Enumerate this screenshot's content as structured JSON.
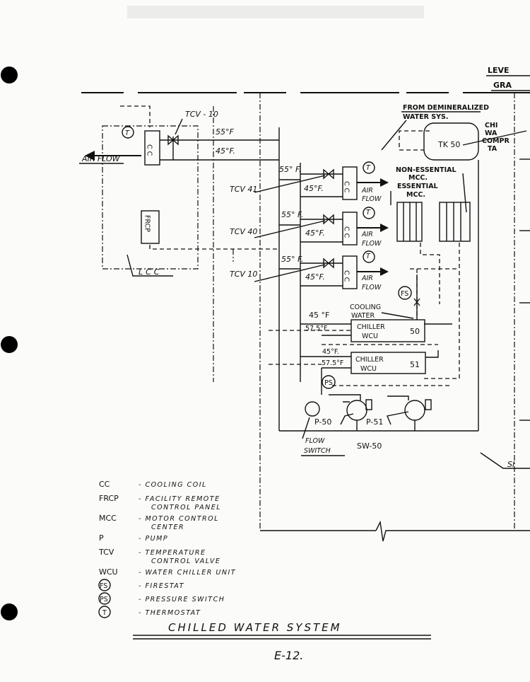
{
  "title_block": {
    "level": "LEVE",
    "grade": "GRA",
    "sheet_title": "CHILLED WATER SYSTEM",
    "page_number": "E-12."
  },
  "room_coil": {
    "valve_label": "TCV - 10",
    "supply_temp": "55°F",
    "return_temp": "45°F.",
    "air_flow": "AIR FLOW",
    "coil": "C C",
    "thermostat": "T",
    "panel": "FRCP",
    "panel_label": "LCC"
  },
  "tank": {
    "source_line1": "FROM DEMINERALIZED",
    "source_line2": "WATER SYS.",
    "tank_label": "TK 50",
    "side_labels": [
      "CHI",
      "WA",
      "COMPR",
      "TA"
    ]
  },
  "mcc": {
    "non_essential_1": "NON-ESSENTIAL",
    "non_essential_2": "MCC.",
    "essential_1": "ESSENTIAL",
    "essential_2": "MCC."
  },
  "coils": [
    {
      "valve": "TCV 41",
      "supply": "55° F.",
      "return": "45°F.",
      "coil": "C C",
      "thermostat": "T",
      "air_1": "AIR",
      "air_2": "FLOW"
    },
    {
      "valve": "TCV 40",
      "supply": "55° F.",
      "return": "45°F.",
      "coil": "C C",
      "thermostat": "T",
      "air_1": "AIR",
      "air_2": "FLOW"
    },
    {
      "valve": "TCV 10",
      "supply": "55° F.",
      "return": "45°F.",
      "coil": "C C",
      "thermostat": "T",
      "air_1": "AIR",
      "air_2": "FLOW"
    }
  ],
  "chillers": {
    "cooling_1": "COOLING",
    "cooling_2": "WATER",
    "firestat": "FS",
    "pressure_switch": "PS",
    "units": [
      {
        "name_1": "CHILLER",
        "name_2": "WCU",
        "number": "50",
        "supply": "45 °F",
        "return": "57.5°F"
      },
      {
        "name_1": "CHILLER",
        "name_2": "WCU",
        "number": "51",
        "supply": "45°F.",
        "return": "57.5°F"
      }
    ],
    "pumps": [
      "P-50",
      "P-51"
    ],
    "flow_switch_1": "FLOW",
    "flow_switch_2": "SWITCH",
    "switch_id": "SW-50",
    "section_mark": "SI"
  },
  "legend": [
    {
      "abbr": "CC",
      "desc": [
        "- COOLING COIL"
      ]
    },
    {
      "abbr": "FRCP",
      "desc": [
        "- FACILITY REMOTE",
        "CONTROL PANEL"
      ]
    },
    {
      "abbr": "MCC",
      "desc": [
        "- MOTOR CONTROL",
        "CENTER"
      ]
    },
    {
      "abbr": "P",
      "desc": [
        "- PUMP"
      ]
    },
    {
      "abbr": "TCV",
      "desc": [
        "- TEMPERATURE",
        "CONTROL VALVE"
      ]
    },
    {
      "abbr": "WCU",
      "desc": [
        "- WATER CHILLER UNIT"
      ]
    },
    {
      "abbr": "FS",
      "desc": [
        "- FIRESTAT"
      ]
    },
    {
      "abbr": "PS",
      "desc": [
        "- PRESSURE SWITCH"
      ]
    },
    {
      "abbr": "T",
      "desc": [
        "- THERMOSTAT"
      ]
    }
  ]
}
